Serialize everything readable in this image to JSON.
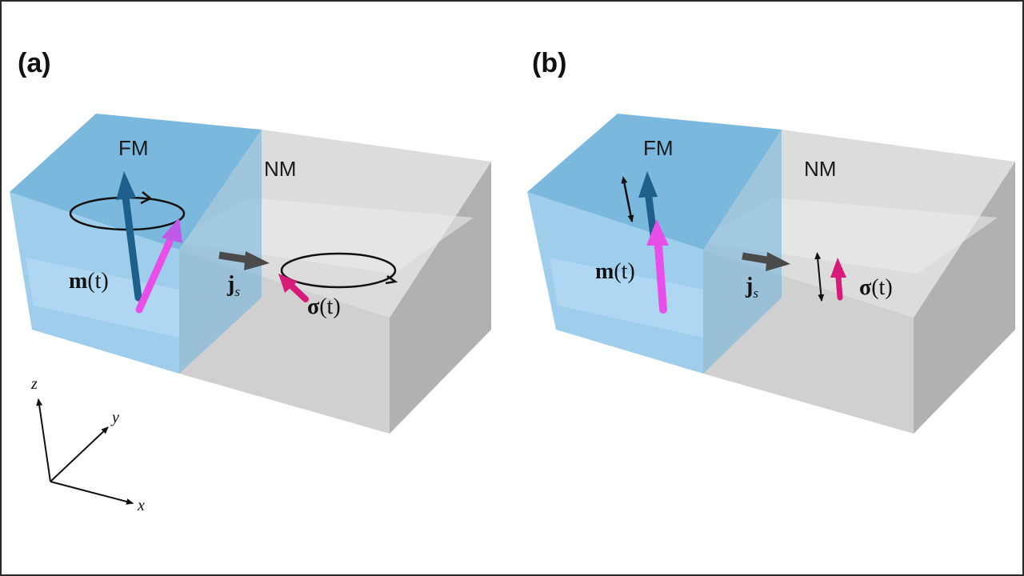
{
  "panels": {
    "a": {
      "label": "(a)",
      "fm_label": "FM",
      "nm_label": "NM",
      "magnetization_label": {
        "symbol": "m",
        "arg": "(t)"
      },
      "spin_current_label": {
        "symbol": "j",
        "subscript": "s"
      },
      "spin_accumulation_label": {
        "symbol": "σ",
        "arg": "(t)"
      }
    },
    "b": {
      "label": "(b)",
      "fm_label": "FM",
      "nm_label": "NM",
      "magnetization_label": {
        "symbol": "m",
        "arg": "(t)"
      },
      "spin_current_label": {
        "symbol": "j",
        "subscript": "s"
      },
      "spin_accumulation_label": {
        "symbol": "σ",
        "arg": "(t)"
      }
    }
  },
  "axes": {
    "x": "x",
    "y": "y",
    "z": "z"
  },
  "colors": {
    "fm_region": "#5aa6d6",
    "nm_region": "#b4b4b4",
    "magnetization_arrow": "#1f5f8b",
    "precessing_spin_arrow": "#e84ee8",
    "spin_accumulation_arrow": "#d81b7a",
    "current_arrow": "#4a4a4a",
    "outline": "#111111"
  }
}
